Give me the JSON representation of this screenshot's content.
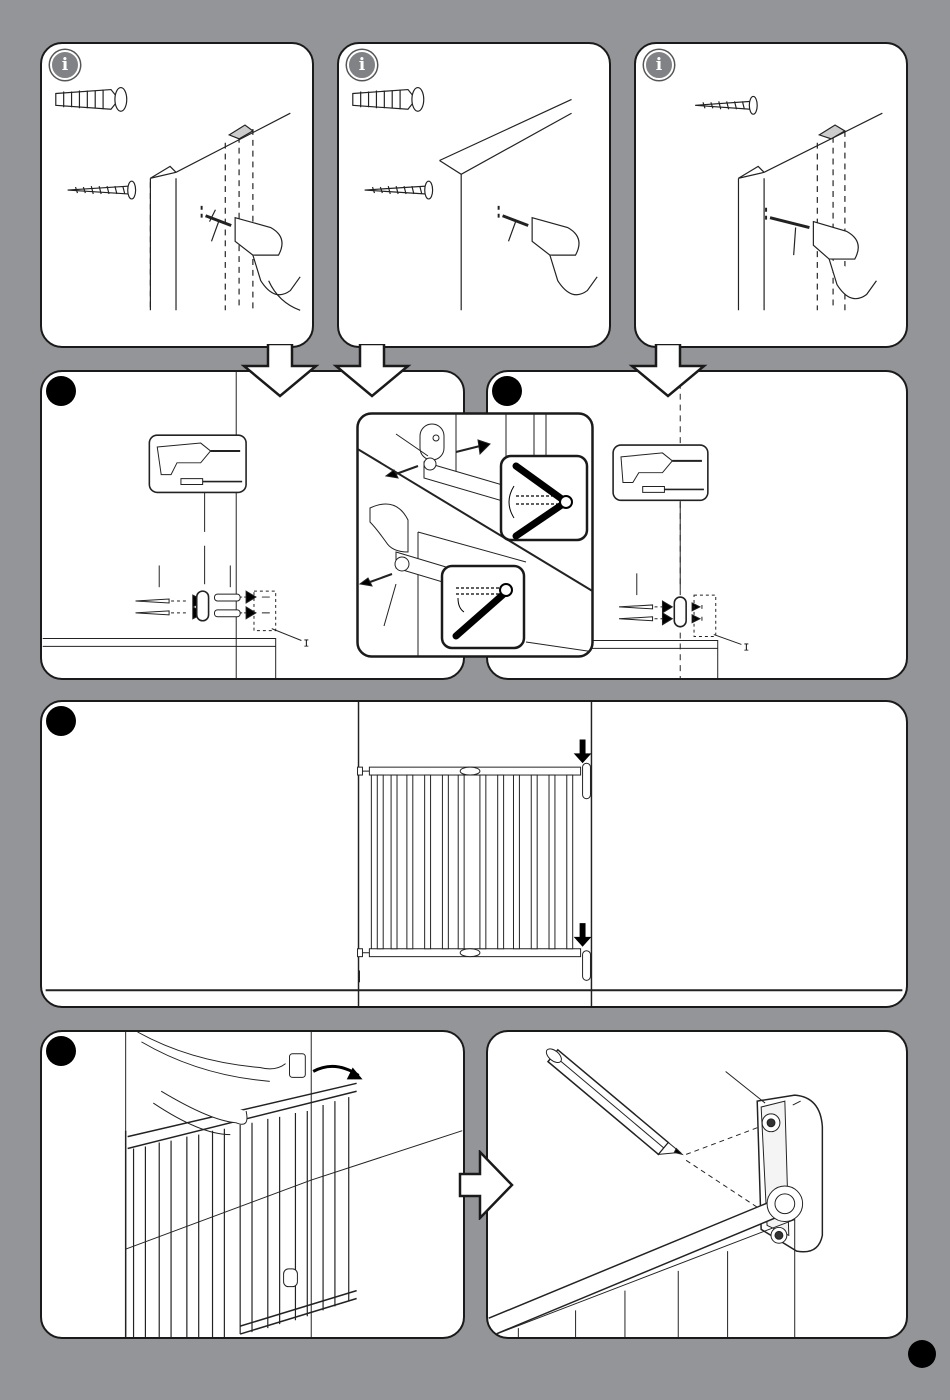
{
  "badges": {
    "info_glyph": "i"
  },
  "labels": {
    "wall_mark_left": "I",
    "wall_mark_right": "I"
  },
  "colors": {
    "background": "#939598",
    "panel_border": "#1a1a1a",
    "info_badge": "#808285",
    "step_marker": "#000000"
  },
  "icons": [
    "info-icon",
    "wall-plug-icon",
    "screw-icon",
    "drill-icon",
    "screwdriver-icon",
    "hinge-bracket-icon",
    "down-arrow-icon",
    "pencil-icon",
    "hollow-arrow-icon"
  ]
}
